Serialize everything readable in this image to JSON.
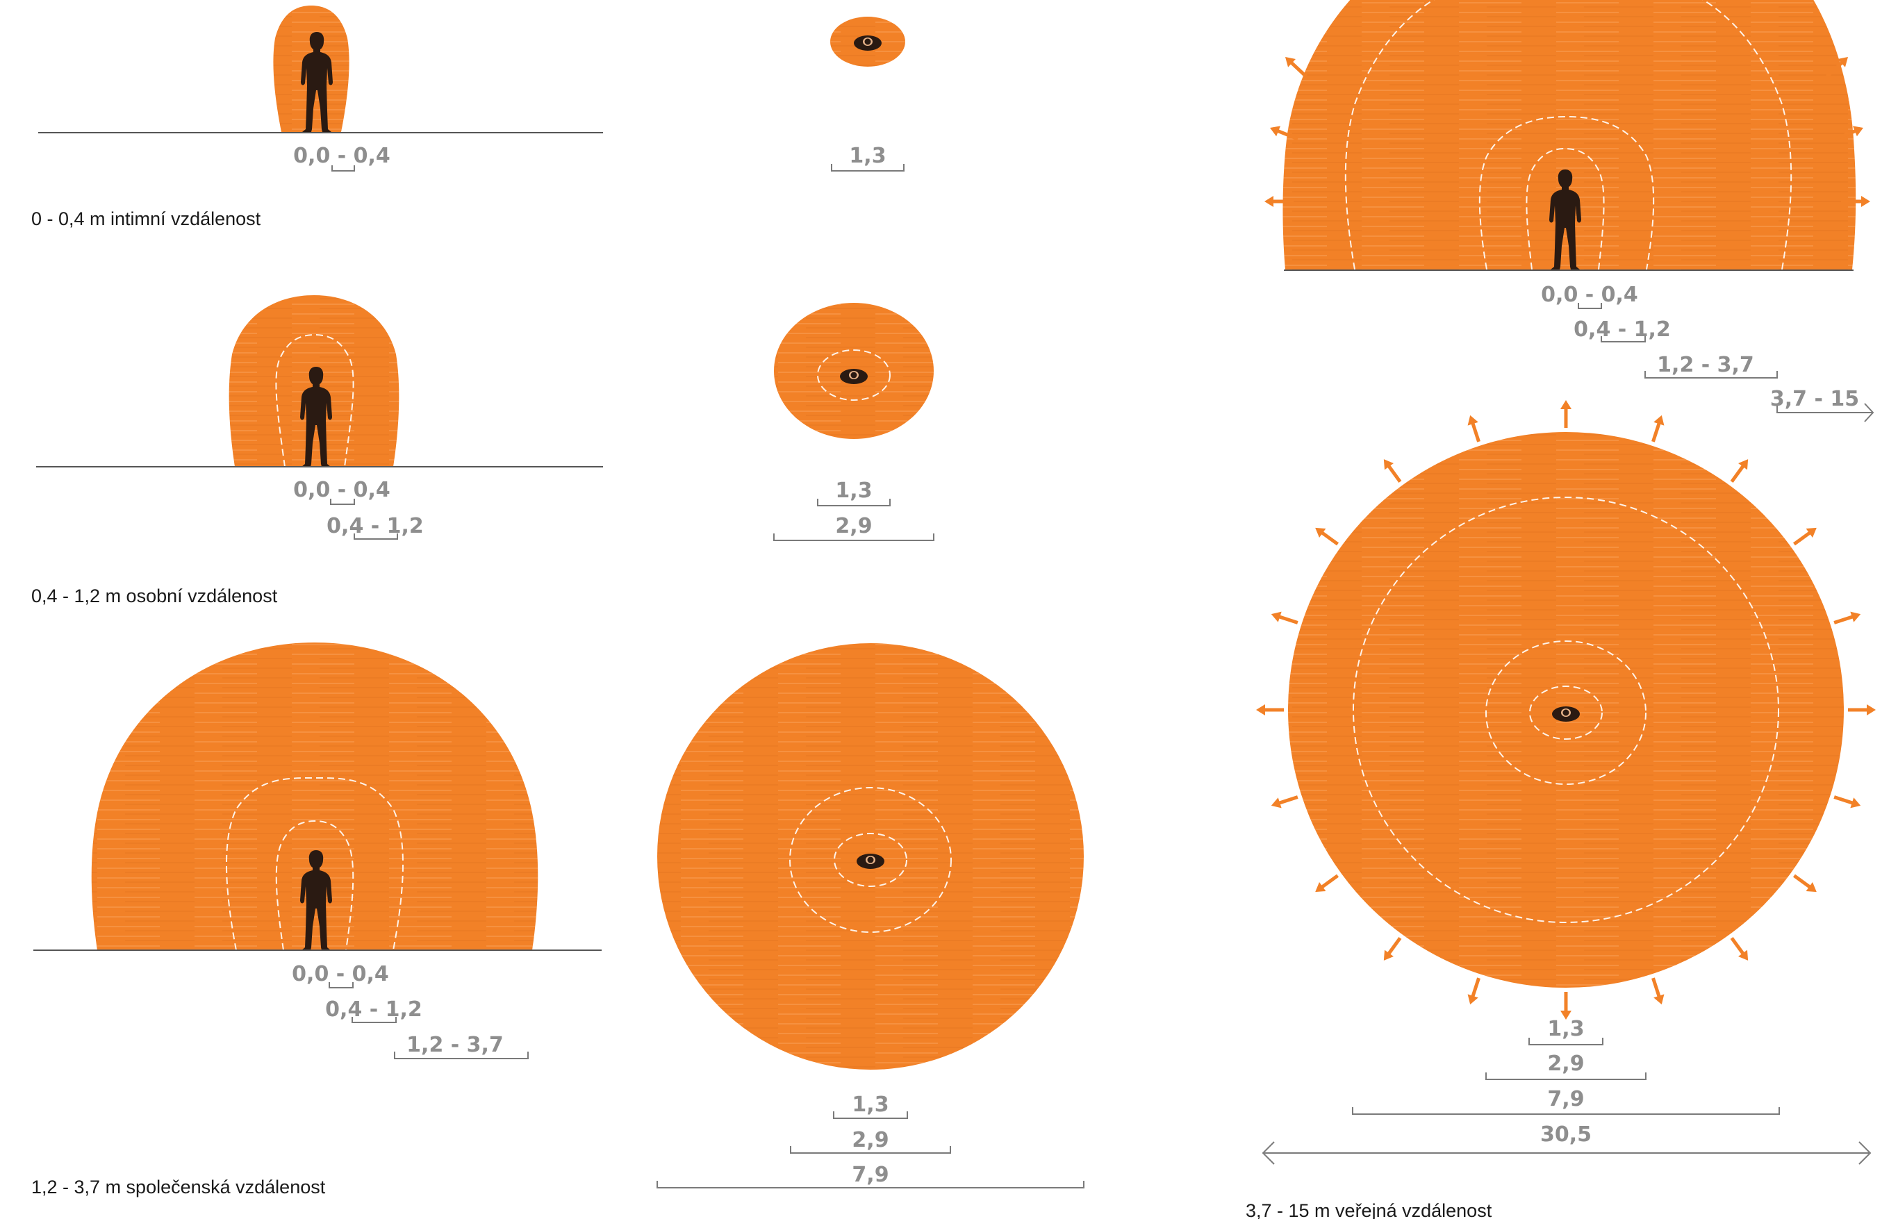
{
  "colors": {
    "zone": "#f28127",
    "zone_texture": "#fba55e",
    "figure": "#2a1a12",
    "dimension_text": "#8e8e8e",
    "caption_text": "#1a1a1a"
  },
  "icons": [
    "standing-person-silhouette-icon",
    "person-top-view-icon",
    "outward-arrow-icon"
  ],
  "captions": {
    "intimate": "0 - 0,4 m intimní vzdálenost",
    "personal": "0,4 - 1,2 m osobní vzdálenost",
    "social": "1,2 - 3,7 m společenská vzdálenost",
    "public": "3,7 - 15 m veřejná vzdálenost"
  },
  "side_views": {
    "intimate": [
      "0,0 - 0,4"
    ],
    "personal": [
      "0,0 - 0,4",
      "0,4 - 1,2"
    ],
    "social": [
      "0,0 - 0,4",
      "0,4 - 1,2",
      "1,2 - 3,7"
    ],
    "public": [
      "0,0 - 0,4",
      "0,4 - 1,2",
      "1,2 - 3,7",
      "3,7 - 15"
    ]
  },
  "top_views": {
    "intimate": [
      "1,3"
    ],
    "personal": [
      "1,3",
      "2,9"
    ],
    "social": [
      "1,3",
      "2,9",
      "7,9"
    ],
    "public": [
      "1,3",
      "2,9",
      "7,9",
      "30,5"
    ]
  }
}
